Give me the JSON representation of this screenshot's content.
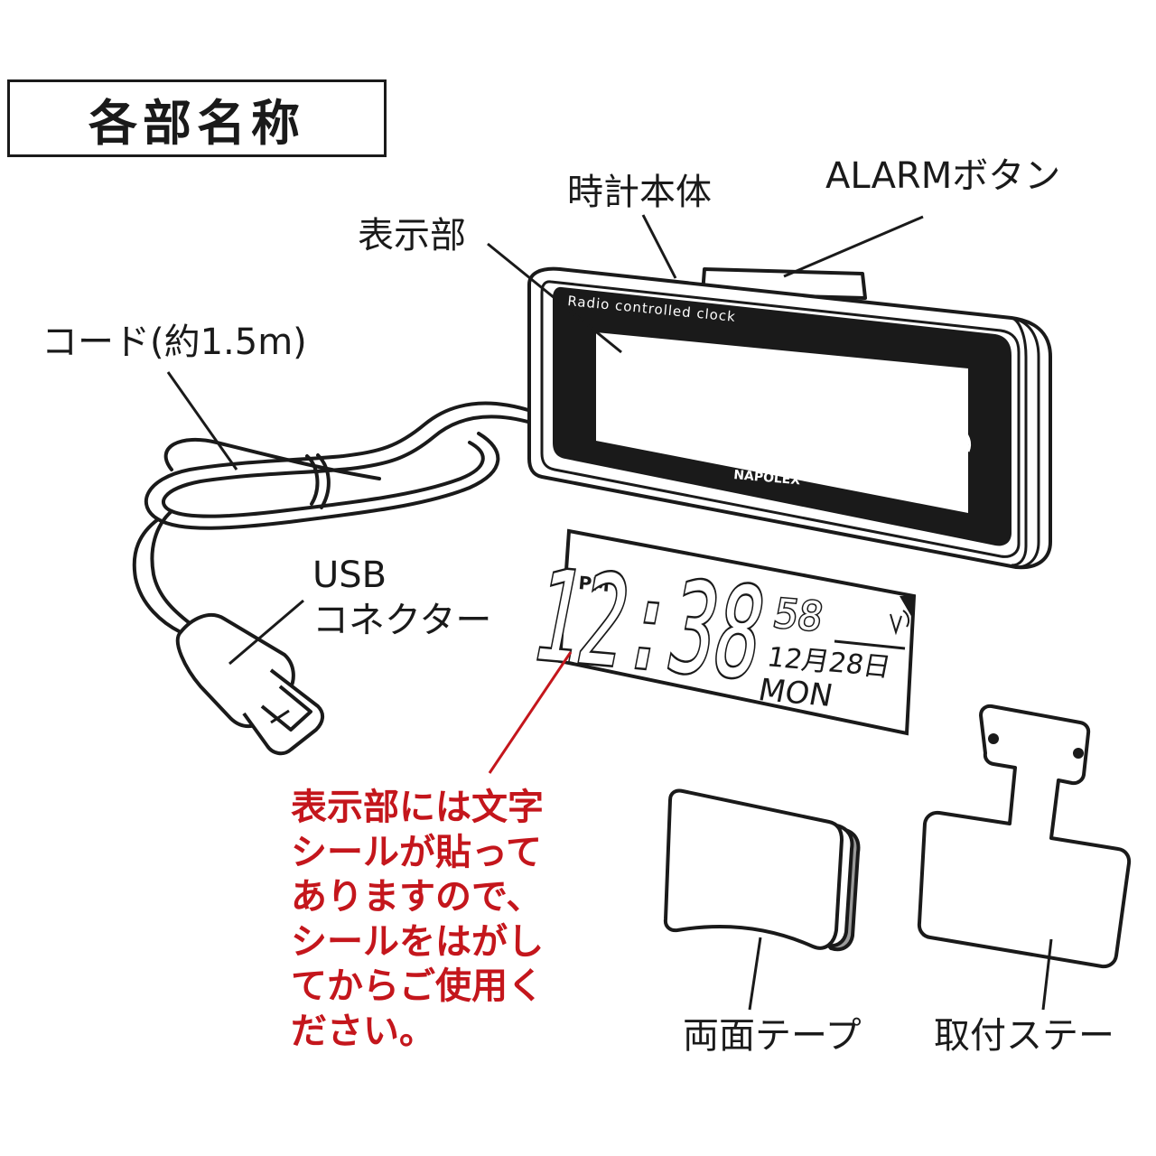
{
  "title": "各部名称",
  "labels": {
    "display": "表示部",
    "body": "時計本体",
    "alarm_button": "ALARMボタン",
    "cord": "コード(約1.5m)",
    "usb_line1": "USB",
    "usb_line2": "コネクター",
    "double_tape": "両面テープ",
    "stay": "取付ステー"
  },
  "device": {
    "bezel_text": "Radio controlled clock",
    "brand": "NAPOLEX"
  },
  "lcd": {
    "ampm": "PM",
    "time": "12:38",
    "seconds": "58",
    "date": "12月28日",
    "weekday": "MON"
  },
  "note_lines": [
    "表示部には文字",
    "シールが貼って",
    "ありますので、",
    "シールをはがし",
    "てからご使用く",
    "ださい。"
  ],
  "colors": {
    "line": "#1a1a1a",
    "note": "#c4161c",
    "background": "#ffffff"
  }
}
